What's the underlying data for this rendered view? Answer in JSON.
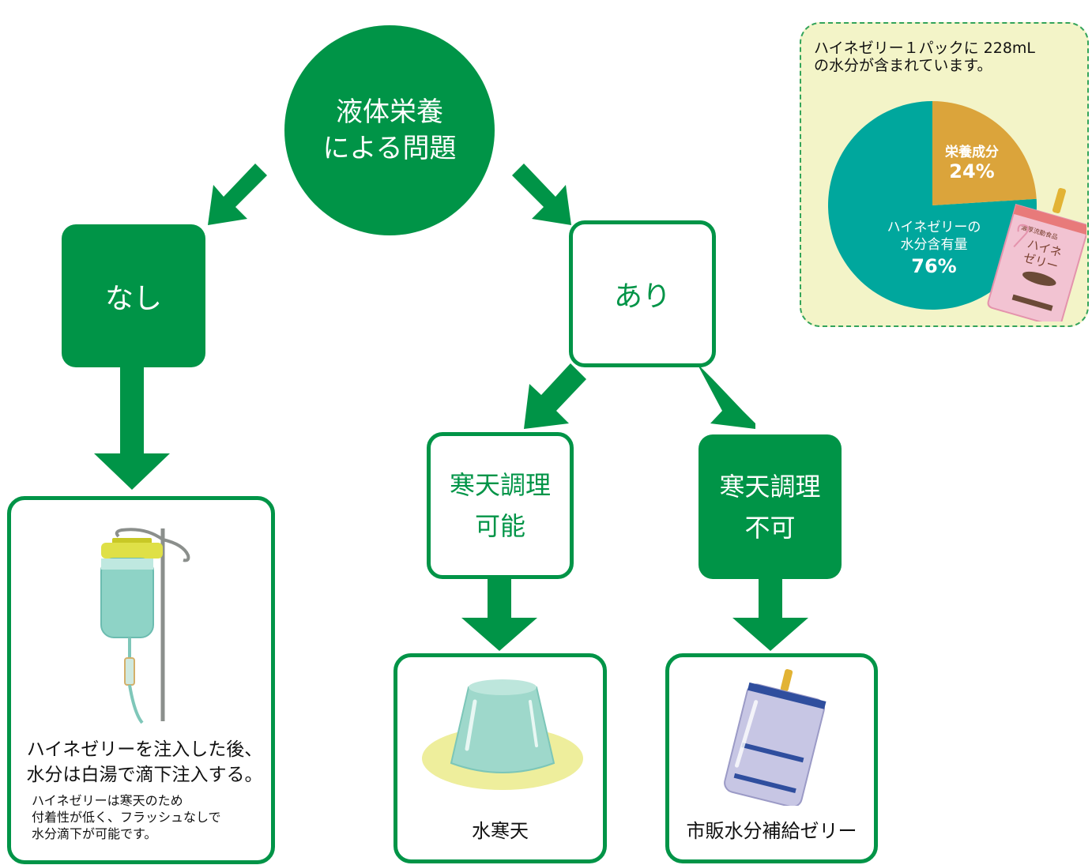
{
  "root": {
    "line1": "液体栄養",
    "line2": "による問題"
  },
  "no_branch": {
    "label": "なし"
  },
  "yes_branch": {
    "label": "あり"
  },
  "agar_ok": {
    "line1": "寒天調理",
    "line2": "可能"
  },
  "agar_ng": {
    "line1": "寒天調理",
    "line2": "不可"
  },
  "card_drip": {
    "title_line1": "ハイネゼリーを注入した後、",
    "title_line2": "水分は白湯で滴下注入する。",
    "note_line1": "ハイネゼリーは寒天のため",
    "note_line2": "付着性が低く、フラッシュなしで",
    "note_line3": "水分滴下が可能です。"
  },
  "card_agar": {
    "label": "水寒天"
  },
  "card_jelly": {
    "label": "市販水分補給ゼリー"
  },
  "info": {
    "line1": "ハイネゼリー１パックに 228mL",
    "line2": "の水分が含まれています。",
    "pack_small": "濃厚流動食品",
    "pack_name1": "ハイネ",
    "pack_name2": "ゼリー",
    "pie": {
      "nutrient_label": "栄養成分",
      "nutrient_pct": "24%",
      "water_label1": "ハイネゼリーの",
      "water_label2": "水分含有量",
      "water_pct": "76%"
    }
  },
  "colors": {
    "green": "#009447",
    "teal": "#00a79d",
    "gold": "#dba43b",
    "panel": "#f3f4c8"
  },
  "chart_data": {
    "type": "pie",
    "categories": [
      "栄養成分",
      "ハイネゼリーの水分含有量"
    ],
    "values": [
      24,
      76
    ]
  }
}
